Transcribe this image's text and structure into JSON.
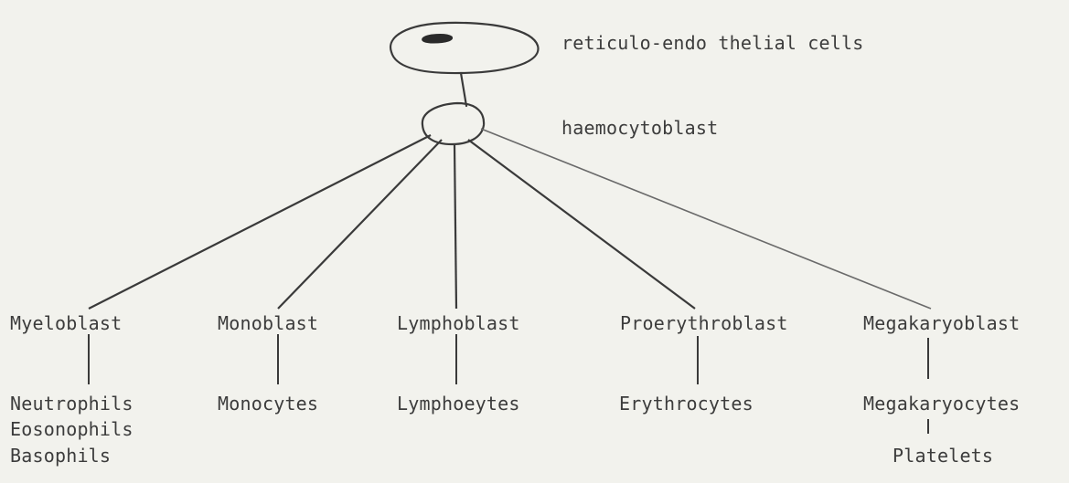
{
  "top_cell": {
    "label": "reticulo-endo thelial cells"
  },
  "stem_cell": {
    "label": "haemocytoblast"
  },
  "lineages": [
    {
      "blast": "Myeloblast",
      "mature": [
        "Neutrophils",
        "Eosonophils",
        "Basophils"
      ]
    },
    {
      "blast": "Monoblast",
      "mature": [
        "Monocytes"
      ]
    },
    {
      "blast": "Lymphoblast",
      "mature": [
        "Lymphoeytes"
      ]
    },
    {
      "blast": "Proerythroblast",
      "mature": [
        "Erythrocytes"
      ]
    },
    {
      "blast": "Megakaryoblast",
      "mature": [
        "Megakaryocytes"
      ],
      "further": [
        "Platelets"
      ]
    }
  ]
}
